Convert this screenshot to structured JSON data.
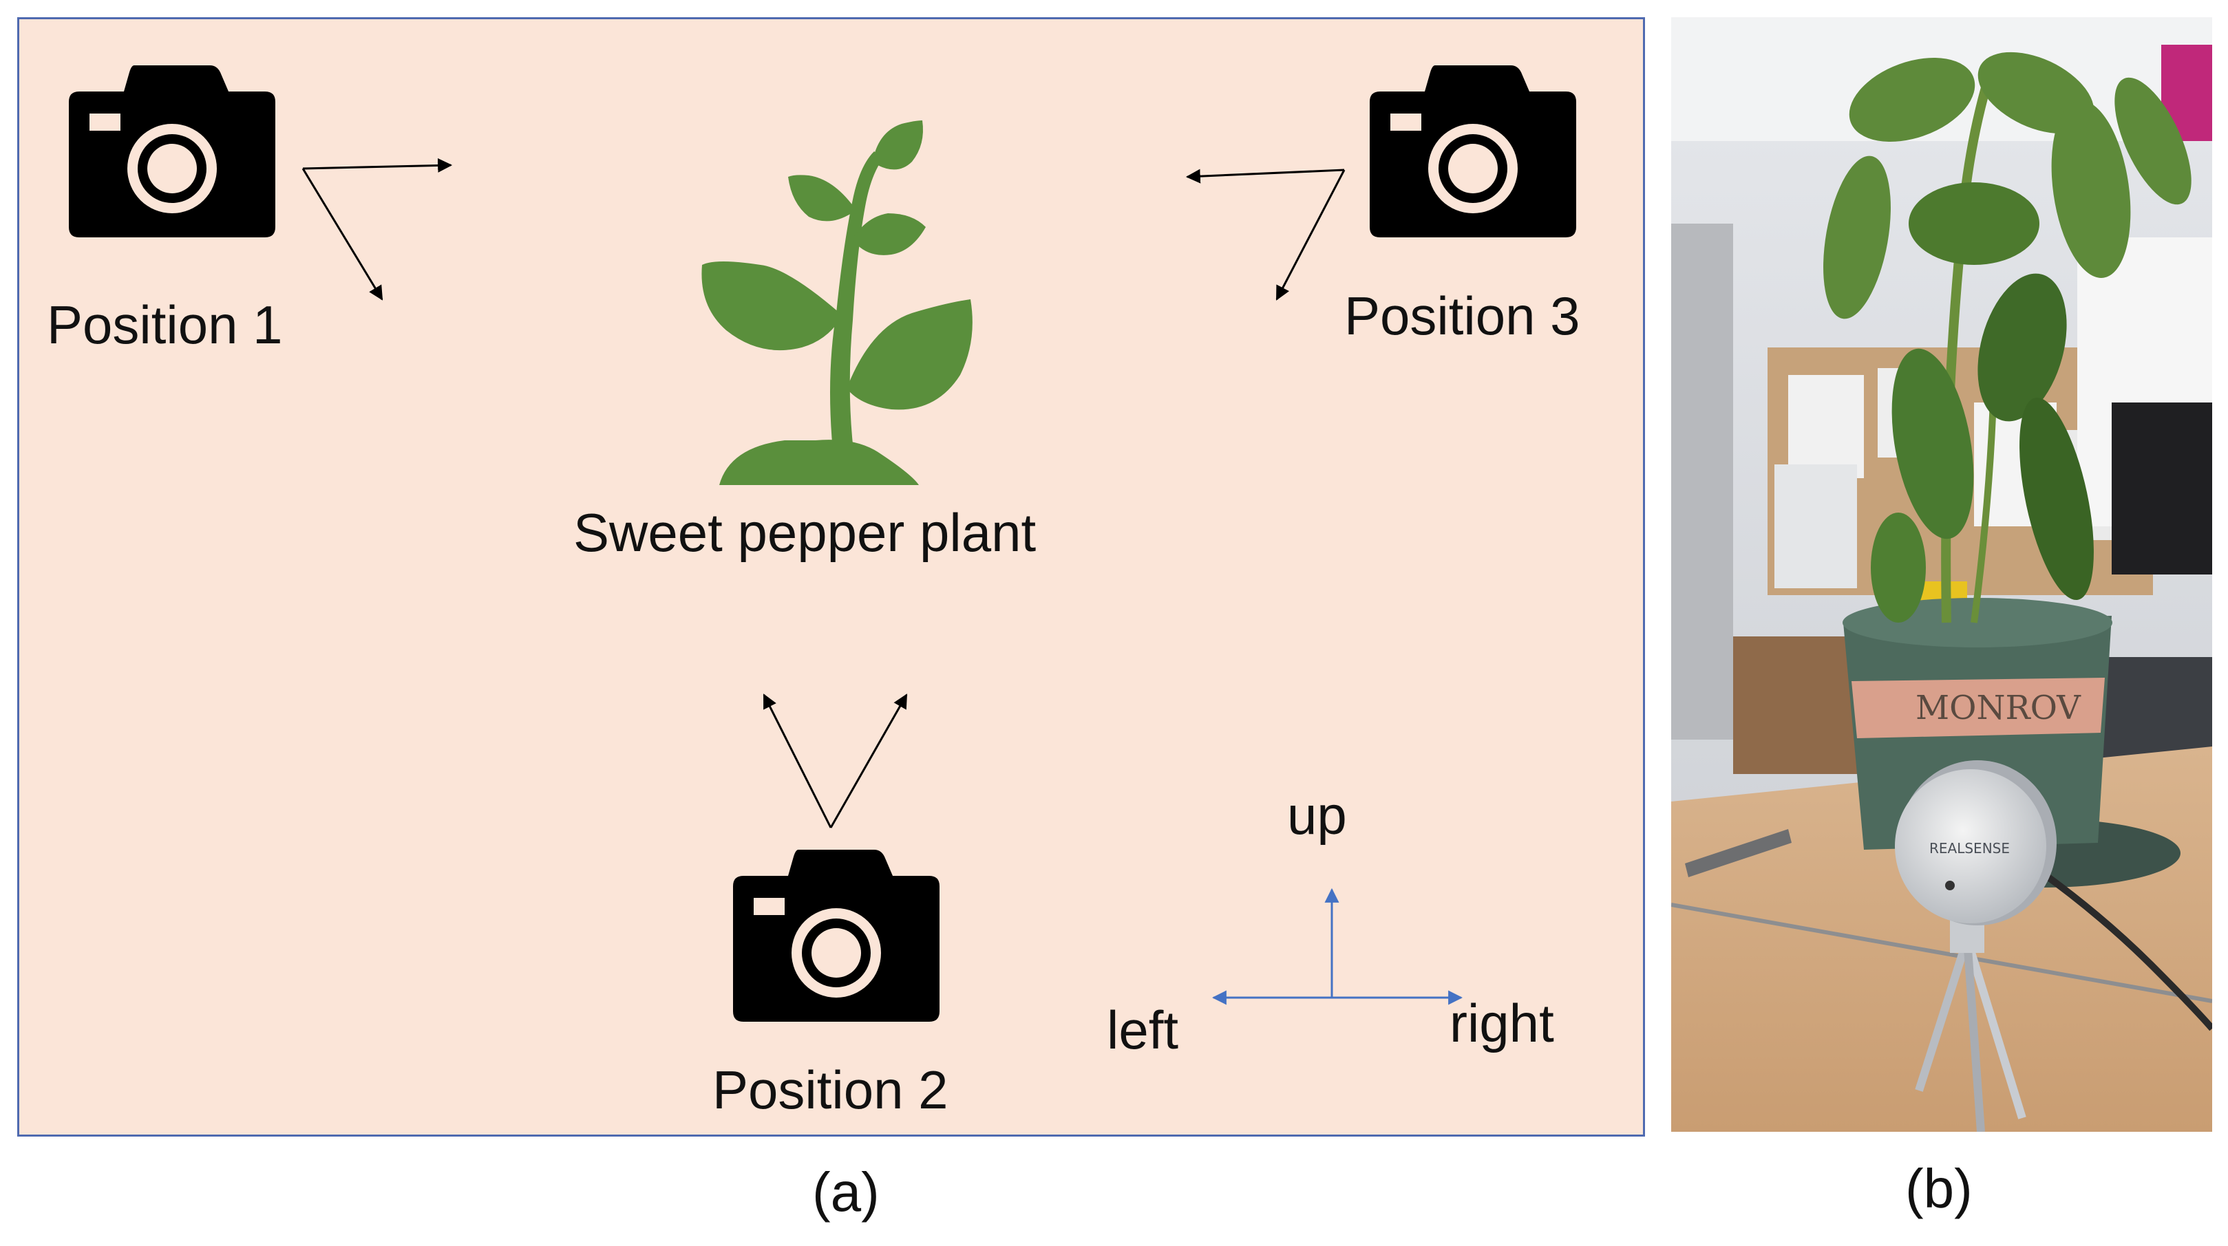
{
  "panel_a": {
    "caption": "(a)",
    "plant_label": "Sweet pepper plant",
    "cameras": [
      {
        "label": "Position 1"
      },
      {
        "label": "Position 2"
      },
      {
        "label": "Position 3"
      }
    ],
    "axes": {
      "up": "up",
      "left": "left",
      "right": "right"
    },
    "colors": {
      "background": "#fbe5d8",
      "border": "#4f6ab0",
      "plant": "#5a8f3c",
      "axis_arrows": "#4472c4",
      "camera": "#000000"
    }
  },
  "panel_b": {
    "caption": "(b)",
    "pot_text": "MONROV",
    "camera_text": "REALSENSE"
  }
}
